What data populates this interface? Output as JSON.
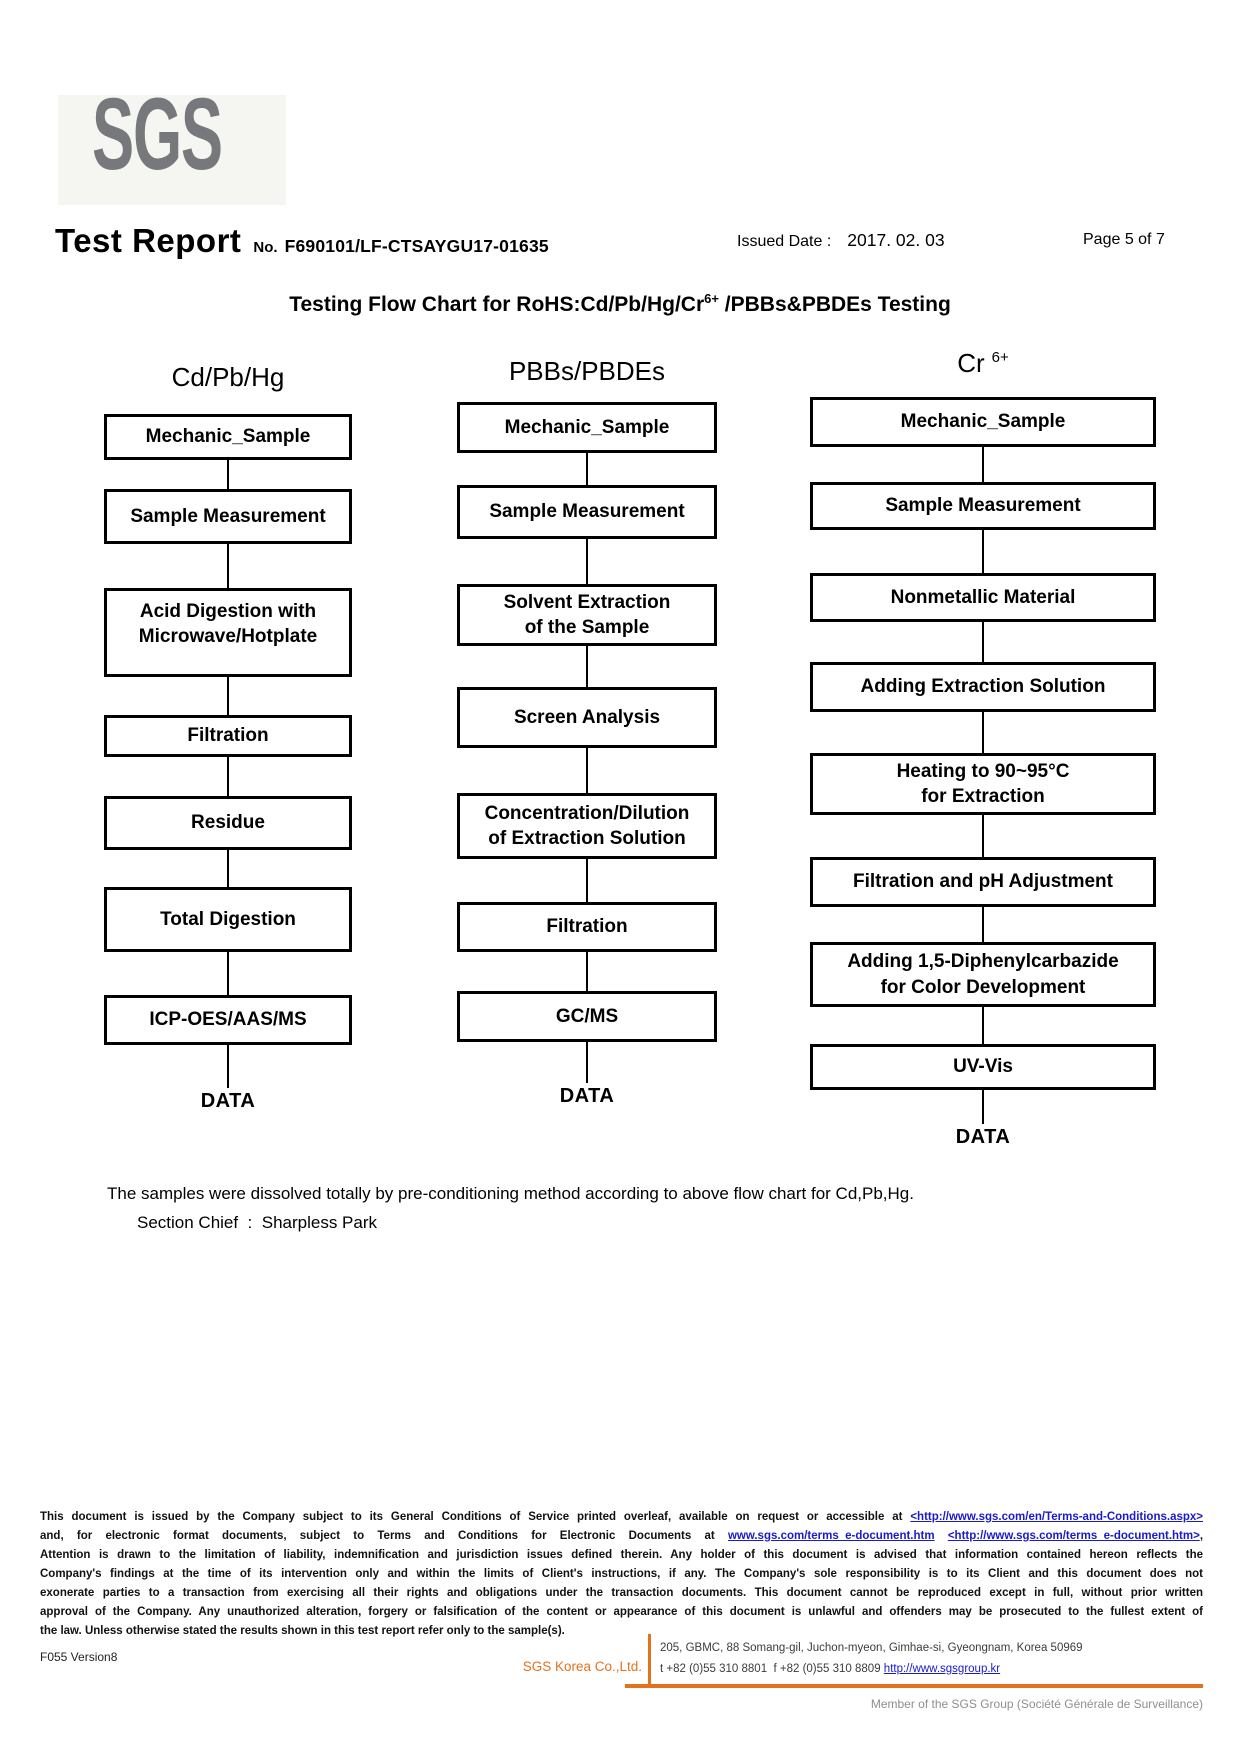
{
  "logo": {
    "text": "SGS"
  },
  "header": {
    "title": "Test Report",
    "report_no_label": "No.",
    "report_no": "F690101/LF-CTSAYGU17-01635",
    "issued_date_label": "Issued Date :",
    "issued_date": "2017. 02. 03",
    "page_label": "Page 5 of 7"
  },
  "doc_title": {
    "pre": "Testing Flow Chart for RoHS:Cd/Pb/Hg/Cr",
    "sup": "6+",
    "post": " /PBBs&PBDEs Testing"
  },
  "flowchart": {
    "columns": [
      {
        "header": "Cd/Pb/Hg",
        "boxes": [
          "Mechanic_Sample",
          "Sample Measurement",
          "Acid Digestion with\nMicrowave/Hotplate",
          "Filtration",
          "Residue",
          "Total Digestion",
          "ICP-OES/AAS/MS"
        ],
        "terminal": "DATA"
      },
      {
        "header": "PBBs/PBDEs",
        "boxes": [
          "Mechanic_Sample",
          "Sample Measurement",
          "Solvent Extraction\nof the Sample",
          "Screen Analysis",
          "Concentration/Dilution\nof Extraction Solution",
          "Filtration",
          "GC/MS"
        ],
        "terminal": "DATA"
      },
      {
        "header": "Cr",
        "header_sup": "6+",
        "boxes": [
          "Mechanic_Sample",
          "Sample Measurement",
          "Nonmetallic Material",
          "Adding Extraction Solution",
          "Heating to 90~95°C\nfor Extraction",
          "Filtration and pH Adjustment",
          "Adding 1,5-Diphenylcarbazide\nfor Color Development",
          "UV-Vis"
        ],
        "terminal": "DATA"
      }
    ]
  },
  "notes": {
    "summary": "The samples were dissolved totally by pre-conditioning method according to above flow chart for Cd,Pb,Hg.",
    "section_chief": "Section Chief  :  Sharpless Park"
  },
  "disclaimer": {
    "lines": [
      [
        {
          "t": "This document is issued by the Company subject to its General Conditions of Service printed overleaf, available on request or accessible at ",
          "link": false
        },
        {
          "t": "<http://www.sgs.com/en/Terms-and-Conditions.aspx>",
          "link": true
        }
      ],
      [
        {
          "t": "and, for electronic format documents, subject to Terms and Conditions for Electronic Documents at ",
          "link": false
        },
        {
          "t": "www.sgs.com/terms_e-document.htm",
          "link": true
        },
        {
          "t": " ",
          "link": false
        },
        {
          "t": "<http://www.sgs.com/terms_e-document.htm>",
          "link": true
        },
        {
          "t": ",",
          "link": false
        }
      ],
      [
        {
          "t": "Attention is drawn to the limitation of liability, indemnification and jurisdiction issues defined therein. Any holder of this document is advised that information contained hereon reflects the",
          "link": false
        }
      ],
      [
        {
          "t": "Company's findings at the time of its intervention only and within the limits of Client's instructions, if any. The Company's sole responsibility is to its Client and this document does not",
          "link": false
        }
      ],
      [
        {
          "t": "exonerate parties to a transaction from exercising all their rights and obligations under the transaction documents. This document cannot be reproduced except in full, without prior written",
          "link": false
        }
      ],
      [
        {
          "t": "approval of the Company. Any unauthorized alteration, forgery or falsification of the content or appearance of this document is unlawful and offenders may be prosecuted to the fullest extent of",
          "link": false
        }
      ],
      [
        {
          "t": "the law.  Unless otherwise stated the results shown in this test report refer only to the sample(s).",
          "link": false
        }
      ]
    ]
  },
  "footer": {
    "form_version": "F055 Version8",
    "company": "SGS Korea Co.,Ltd.",
    "address": "205, GBMC, 88 Somang-gil, Juchon-myeon, Gimhae-si, Gyeongnam, Korea 50969",
    "phone": "t +82 (0)55 310 8801  f +82 (0)55 310 8809 ",
    "website": "http://www.sgsgroup.kr",
    "member": "Member of the SGS Group (Société Générale de Surveillance)"
  },
  "colors": {
    "sgs_orange": "#e4711c",
    "logo_gray": "#77787b",
    "logo_line_tan": "#d6995c",
    "link_blue": "#1a1acc"
  }
}
